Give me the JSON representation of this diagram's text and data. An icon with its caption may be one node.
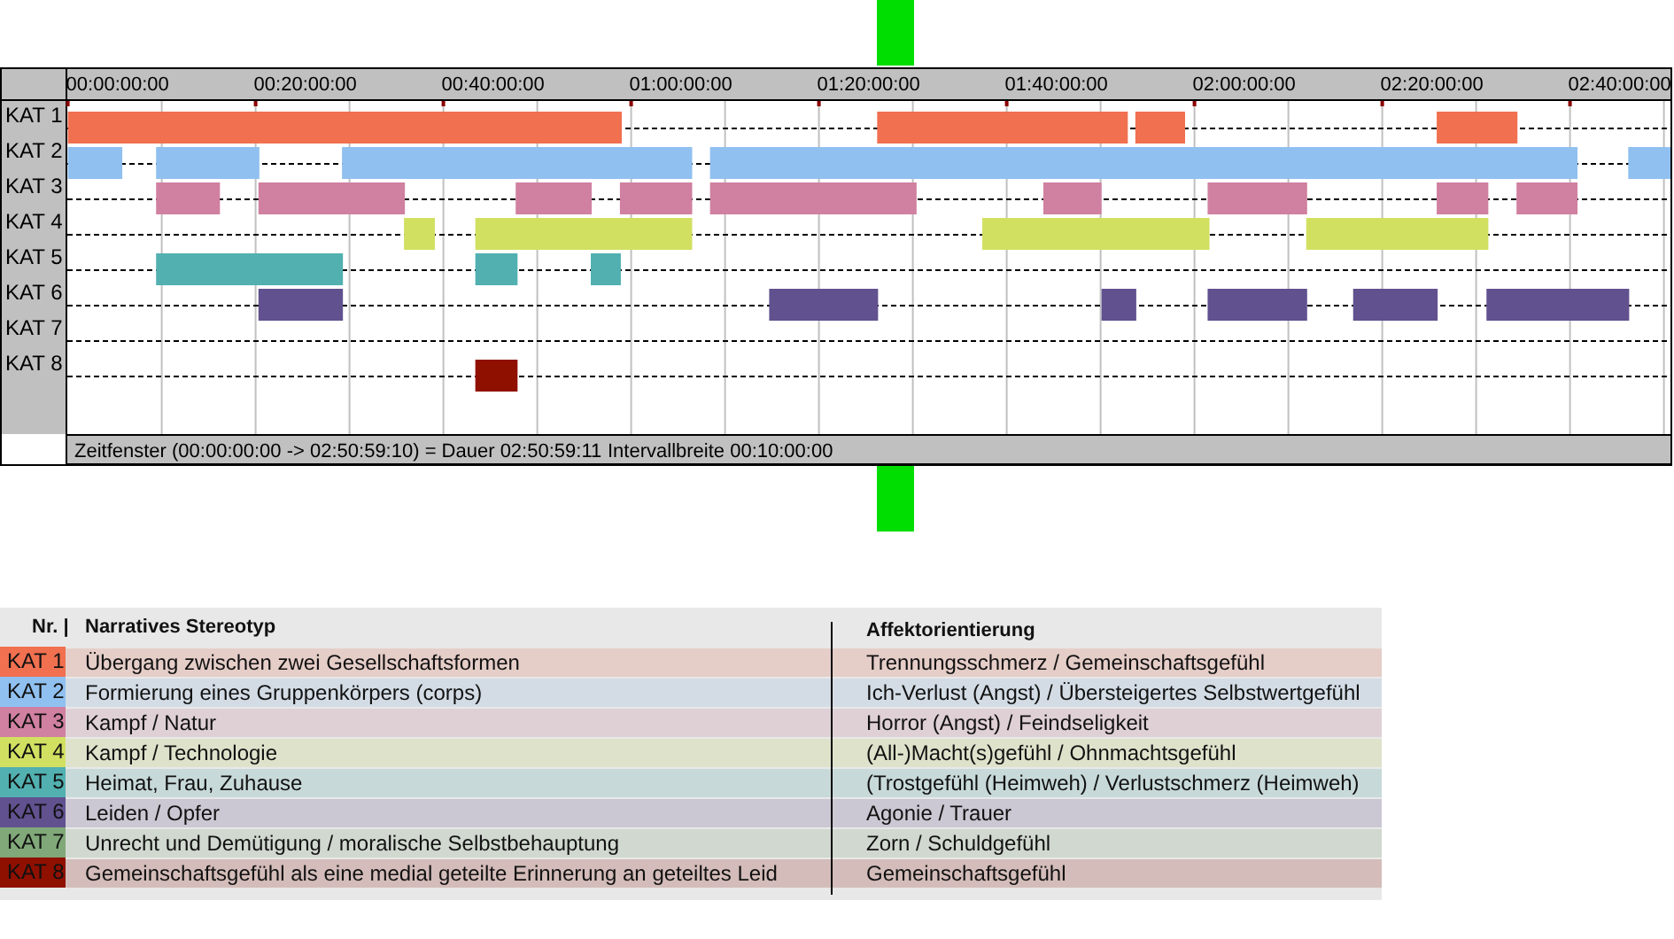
{
  "diagram": {
    "labels": [
      "00:00:00:00",
      "00:20:00:00",
      "00:40:00:00",
      "01:00:00:00",
      "01:20:00:00",
      "01:40:00:00",
      "02:00:00:00",
      "02:20:00:00",
      "02:40:00:00",
      "KAT 1",
      "KAT 2",
      "KAT 3",
      "KAT 4",
      "KAT 5",
      "KAT 6",
      "KAT 7",
      "KAT 8",
      "Zeitfenster (00:00:00:00 -> 02:50:59:10) = Dauer 02:50:59:11",
      "Intervallbreite 00:10:00:00",
      "Nr. |",
      "Narratives Stereotyp",
      "Affektorientierung",
      "Übergang zwischen zwei Gesellschaftsformen",
      "Trennungsschmerz / Gemeinschaftsgefühl",
      "Formierung eines Gruppenkörpers (corps)",
      "Ich-Verlust (Angst) / Übersteigertes Selbstwertgefühl",
      "Kampf / Natur",
      "Horror (Angst) / Feindseligkeit",
      "Kampf / Technologie",
      "(All-)Macht(s)gefühl / Ohnmachtsgefühl",
      "Heimat, Frau, Zuhause",
      "(Trostgefühl (Heimweh) / Verlustschmerz (Heimweh)",
      "Leiden / Opfer",
      "Agonie / Trauer",
      "Unrecht und Demütigung / moralische Selbstbehauptung",
      "Zorn / Schuldgefühl",
      "Gemeinschaftsgefühl als eine medial geteilte Erinnerung an geteiltes Leid",
      "Gemeinschaftsgefühl"
    ],
    "legend": [
      {
        "text": "KAT 1",
        "color": "#f07050"
      },
      {
        "text": "KAT 2",
        "color": "#90c0f0"
      },
      {
        "text": "KAT 3",
        "color": "#d080a0"
      },
      {
        "text": "KAT 4",
        "color": "#d2e062"
      },
      {
        "text": "KAT 5",
        "color": "#52b0b0"
      },
      {
        "text": "KAT 6",
        "color": "#61518f"
      },
      {
        "text": "KAT 7",
        "color": "#80a878"
      },
      {
        "text": "KAT 8",
        "color": "#901000"
      }
    ]
  }
}
